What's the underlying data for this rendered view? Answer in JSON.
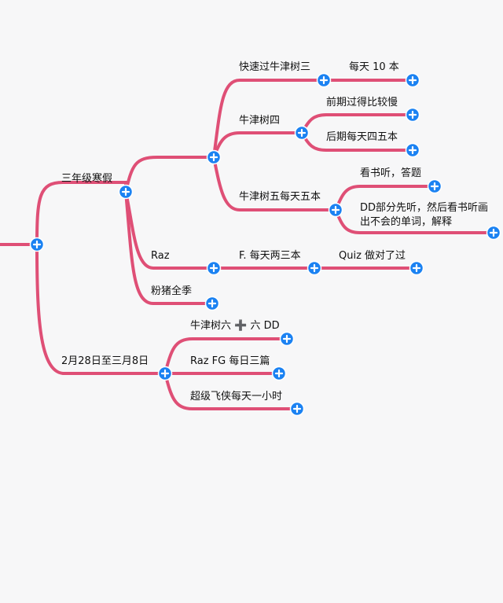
{
  "mindmap": {
    "nodes": [
      {
        "id": "n_sanian",
        "label": "三年级寒假"
      },
      {
        "id": "n_kuaisu",
        "label": "快速过牛津树三"
      },
      {
        "id": "n_meitian10",
        "label": "每天 10 本"
      },
      {
        "id": "n_shu4",
        "label": "牛津树四"
      },
      {
        "id": "n_qianqi",
        "label": "前期过得比较慢"
      },
      {
        "id": "n_houqi",
        "label": "后期每天四五本"
      },
      {
        "id": "n_shu5",
        "label": "牛津树五每天五本"
      },
      {
        "id": "n_kanshu",
        "label": "看书听，答题"
      },
      {
        "id": "n_dd",
        "label": "DD部分先听，然后看书听画出不会的单词，解释"
      },
      {
        "id": "n_raz",
        "label": "Raz"
      },
      {
        "id": "n_f",
        "label": "F. 每天两三本"
      },
      {
        "id": "n_quiz",
        "label": "Quiz 做对了过"
      },
      {
        "id": "n_fenzhu",
        "label": "粉猪全季"
      },
      {
        "id": "n_feb28",
        "label": "2月28日至三月8日"
      },
      {
        "id": "n_shu6a",
        "label": "牛津树六"
      },
      {
        "id": "n_shu6plus",
        "label": "➕"
      },
      {
        "id": "n_shu6b",
        "label": "六 DD"
      },
      {
        "id": "n_razfg",
        "label": "Raz FG 每日三篇"
      },
      {
        "id": "n_chaoji",
        "label": "超级飞侠每天一小时"
      }
    ],
    "colors": {
      "edge": "#df4f76",
      "expand_button": "#1b82f2",
      "background": "#f7f7f8"
    },
    "icons": {
      "expand": "plus-circle-icon"
    }
  }
}
